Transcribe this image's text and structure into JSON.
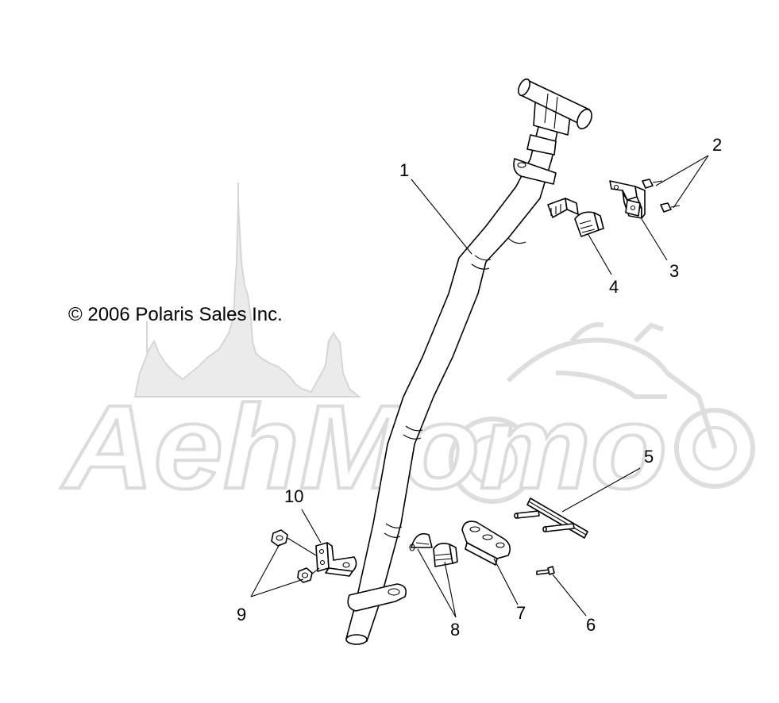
{
  "copyright": "© 2006 Polaris Sales Inc.",
  "watermark": "AehMomo",
  "callouts": [
    {
      "id": "1",
      "label": "1"
    },
    {
      "id": "2",
      "label": "2"
    },
    {
      "id": "3",
      "label": "3"
    },
    {
      "id": "4",
      "label": "4"
    },
    {
      "id": "5",
      "label": "5"
    },
    {
      "id": "6",
      "label": "6"
    },
    {
      "id": "7",
      "label": "7"
    },
    {
      "id": "8",
      "label": "8"
    },
    {
      "id": "9",
      "label": "9"
    },
    {
      "id": "10",
      "label": "10"
    }
  ]
}
